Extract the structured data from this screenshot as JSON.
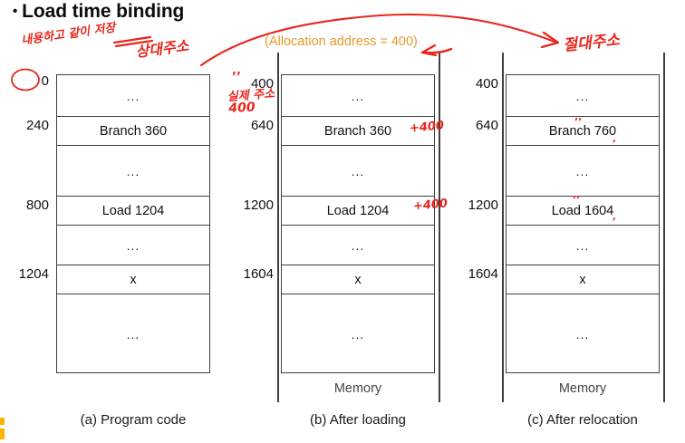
{
  "slide": {
    "title": "Load time binding",
    "bullet_glyph": "•",
    "allocation_caption": "(Allocation address = 400)",
    "accent_orange": "#E8992B",
    "ink_red": "#E8251C",
    "corner_mark_color": "#FFB400"
  },
  "columns": [
    {
      "id": "a",
      "caption": "(a) Program code",
      "memory_label": "",
      "addresses": [
        "0",
        "240",
        "800",
        "1204"
      ],
      "rows": [
        {
          "text": "...",
          "kind": "filler"
        },
        {
          "text": "Branch 360",
          "kind": "instruction"
        },
        {
          "text": "...",
          "kind": "filler"
        },
        {
          "text": "Load 1204",
          "kind": "instruction"
        },
        {
          "text": "...",
          "kind": "filler"
        },
        {
          "text": "x",
          "kind": "data"
        },
        {
          "text": "...",
          "kind": "filler"
        }
      ]
    },
    {
      "id": "b",
      "caption": "(b) After loading",
      "memory_label": "Memory",
      "addresses": [
        "400",
        "640",
        "1200",
        "1604"
      ],
      "rows": [
        {
          "text": "...",
          "kind": "filler"
        },
        {
          "text": "Branch 360",
          "kind": "instruction"
        },
        {
          "text": "...",
          "kind": "filler"
        },
        {
          "text": "Load 1204",
          "kind": "instruction"
        },
        {
          "text": "...",
          "kind": "filler"
        },
        {
          "text": "x",
          "kind": "data"
        },
        {
          "text": "...",
          "kind": "filler"
        }
      ]
    },
    {
      "id": "c",
      "caption": "(c) After relocation",
      "memory_label": "Memory",
      "addresses": [
        "400",
        "640",
        "1200",
        "1604"
      ],
      "rows": [
        {
          "text": "...",
          "kind": "filler"
        },
        {
          "text": "Branch 760",
          "kind": "instruction"
        },
        {
          "text": "...",
          "kind": "filler"
        },
        {
          "text": "Load 1604",
          "kind": "instruction"
        },
        {
          "text": "...",
          "kind": "filler"
        },
        {
          "text": "x",
          "kind": "data"
        },
        {
          "text": "...",
          "kind": "filler"
        }
      ]
    }
  ],
  "annotations": {
    "note_content_saved": "내용하고 같이 저장",
    "note_relative_address": "상대주소",
    "note_real_address_label": "실제 주소",
    "note_real_address_value": "400",
    "note_b_top_value": "400",
    "note_absolute_address": "절대주소",
    "plus_branch": "+400",
    "plus_load": "+400",
    "quote_mark": "’’"
  }
}
